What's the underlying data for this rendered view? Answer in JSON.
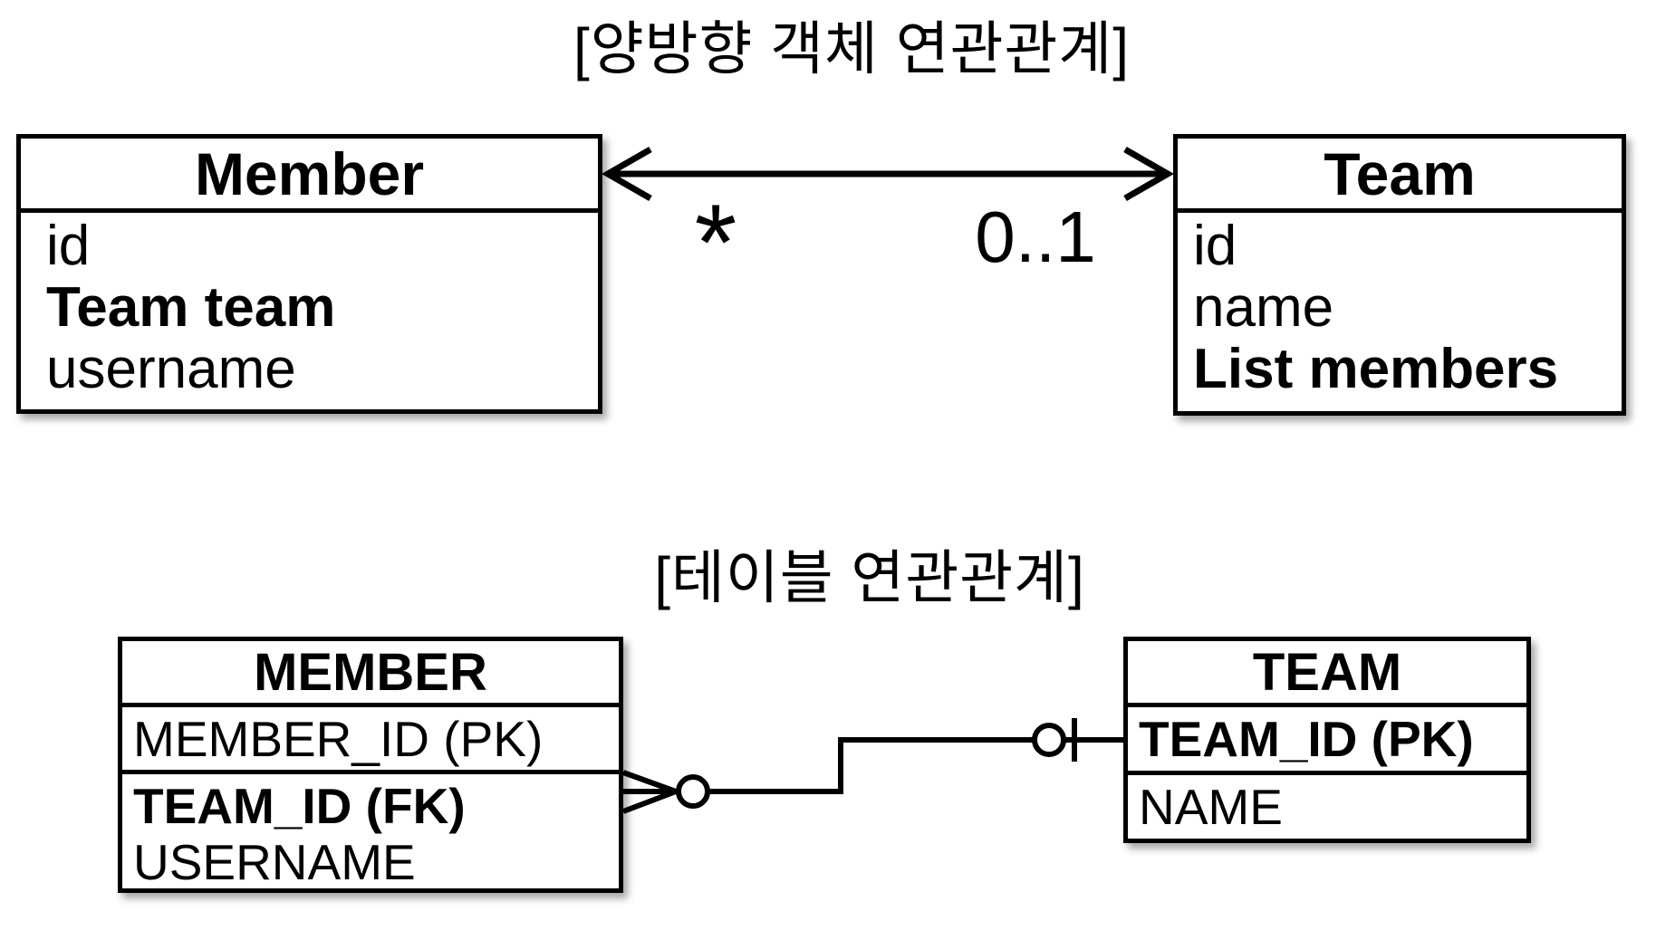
{
  "object_association": {
    "section_title": "[양방향 객체 연관관계]",
    "member_class": {
      "title": "Member",
      "fields": [
        {
          "text": "id"
        },
        {
          "text": "Team team"
        },
        {
          "text": "username"
        }
      ]
    },
    "team_class": {
      "title": "Team",
      "fields": [
        {
          "text": "id"
        },
        {
          "text": "name"
        },
        {
          "text": "List members"
        }
      ]
    },
    "association": {
      "member_multiplicity": "*",
      "team_multiplicity": "0..1"
    }
  },
  "table_association": {
    "section_title": "[테이블 연관관계]",
    "member_table": {
      "title": "MEMBER",
      "rows": [
        {
          "text": "MEMBER_ID (PK)"
        },
        {
          "text": "TEAM_ID (FK)"
        },
        {
          "text": "USERNAME"
        }
      ]
    },
    "team_table": {
      "title": "TEAM",
      "rows": [
        {
          "text": "TEAM_ID (PK)"
        },
        {
          "text": "NAME"
        }
      ]
    }
  },
  "colors": {
    "line": "#000000",
    "background": "#ffffff"
  }
}
